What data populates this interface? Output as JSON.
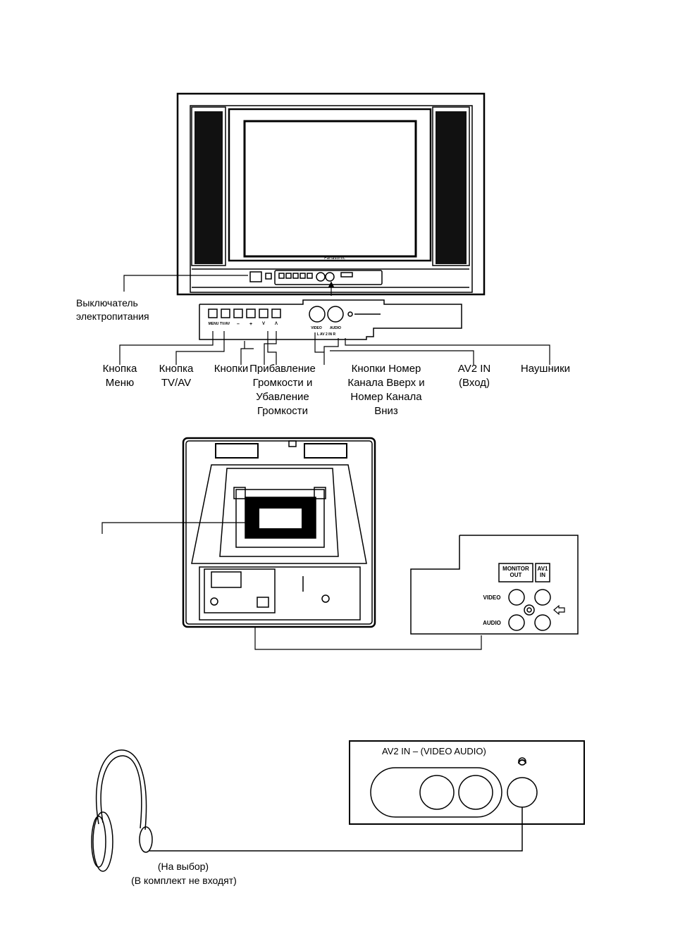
{
  "front_panel": {
    "power_switch": "Выключатель\nэлектропитания",
    "brand": "Panasonic",
    "buttons": [
      "MENU",
      "TV/AV",
      "–",
      "+",
      "V",
      "Λ"
    ],
    "jack_captions": {
      "video": "VIDEO",
      "audio": "AUDIO",
      "av2": "L AV 2 IN R"
    },
    "callouts": [
      "Кнопка\nМеню",
      "Кнопка\nTV/AV",
      "Кнопки",
      "Прибавление\nГромкости и\nУбавление\nГромкости",
      "Кнопки Номер\nКанала Вверх и\nНомер Канала\nВниз",
      "AV2 IN\n(Вход)",
      "Наушники"
    ]
  },
  "rear_panel": {
    "jack_headers": {
      "monitor_out": "MONITOR\nOUT",
      "av1_in": "AV1\nIN"
    },
    "row_labels": {
      "video": "VIDEO",
      "audio": "AUDIO"
    }
  },
  "headphones": {
    "panel_title": "AV2 IN  – (VIDEO  AUDIO)",
    "caption_line1": "(На выбор)",
    "caption_line2": "(В комплект не входят)"
  }
}
